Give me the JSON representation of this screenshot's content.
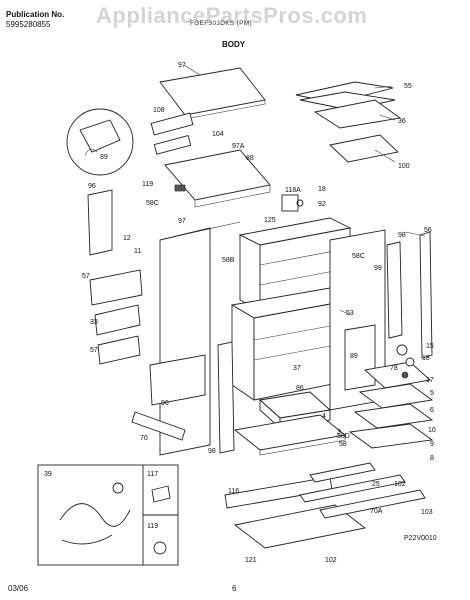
{
  "header": {
    "publication_label": "Publication No.",
    "publication_number": "5995280855",
    "model_line": "FGEF303DKS (PM)",
    "section_title": "BODY"
  },
  "watermark": "AppliancePartsPros.com",
  "footer": {
    "date": "03/06",
    "page": "6"
  },
  "diagram_code": "P22V0010",
  "callouts": {
    "c97a": "97",
    "c55": "55",
    "c108": "108",
    "c104": "104",
    "c36": "36",
    "c89": "89",
    "c97A": "97A",
    "c88": "88",
    "c100": "100",
    "c119": "119",
    "c96a": "96",
    "c58C": "58C",
    "c118A": "118A",
    "c18a": "18",
    "c92": "92",
    "c12": "12",
    "c11": "11",
    "c97b": "97",
    "c125": "125",
    "c58Cb": "58C",
    "c99": "99",
    "c98a": "98",
    "c56": "56",
    "c57a": "57",
    "c58B": "58B",
    "c33": "33",
    "c53": "53",
    "c57b": "57",
    "c37": "37",
    "c89b": "89",
    "c15": "15",
    "c18b": "18",
    "c78": "78",
    "c17": "17",
    "c96b": "96",
    "c86": "86",
    "c5": "5",
    "c6": "6",
    "c70": "70",
    "c4": "4",
    "c3": "3",
    "c58D": "58D",
    "c58": "58",
    "c10": "10",
    "c98b": "98",
    "c9": "9",
    "c8": "8",
    "c39": "39",
    "c117": "117",
    "c25": "25",
    "c102a": "102",
    "c116": "116",
    "c70A": "70A",
    "c103": "103",
    "c119b": "119",
    "c121": "121",
    "c102b": "102"
  }
}
